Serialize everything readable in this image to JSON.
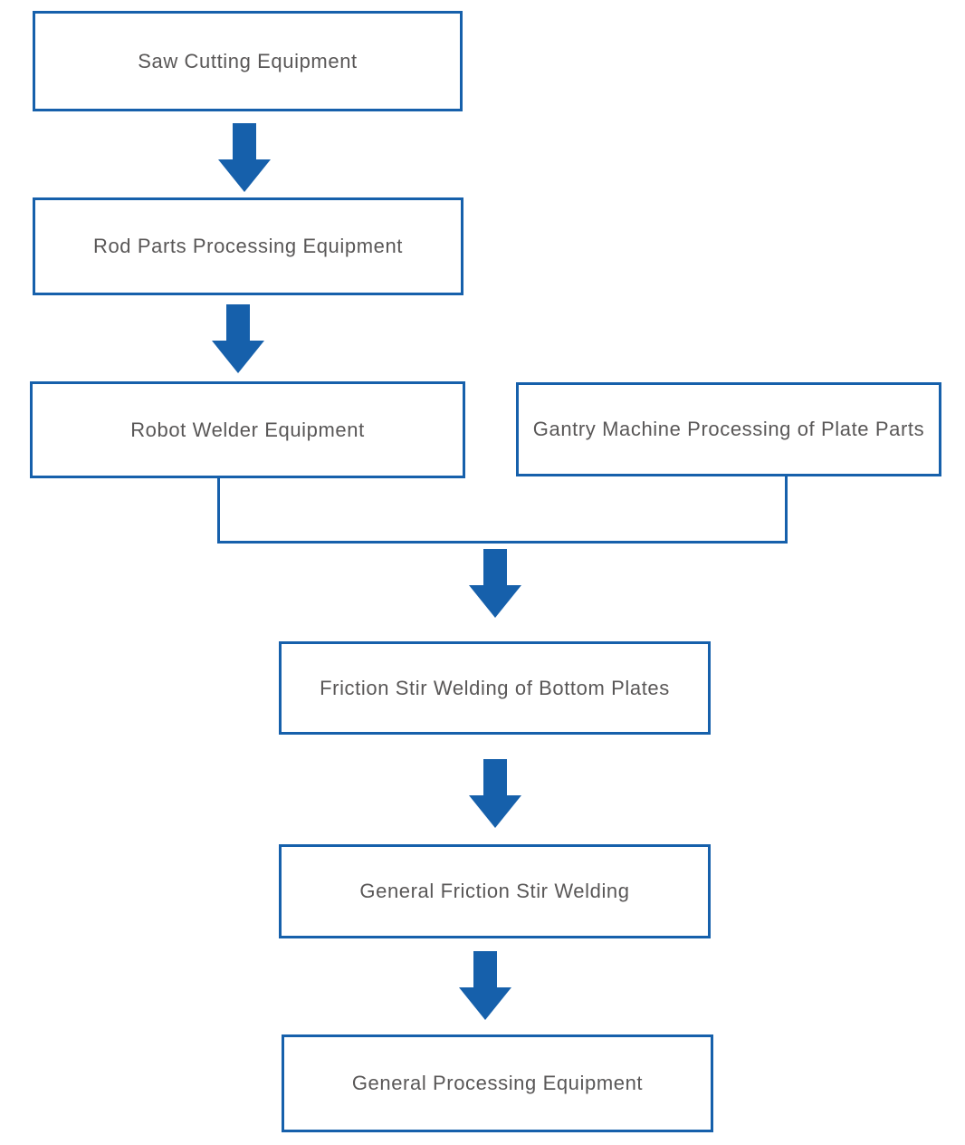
{
  "diagram": {
    "type": "flowchart",
    "colors": {
      "box_border": "#1660ab",
      "arrow_fill": "#1660ab",
      "connector": "#1660ab",
      "text": "#595757",
      "background": "#ffffff"
    },
    "nodes": [
      {
        "id": "saw-cutting",
        "label": "Saw Cutting Equipment"
      },
      {
        "id": "rod-parts",
        "label": "Rod Parts Processing Equipment"
      },
      {
        "id": "robot-welder",
        "label": "Robot Welder Equipment"
      },
      {
        "id": "gantry-machine",
        "label": "Gantry Machine Processing of Plate Parts"
      },
      {
        "id": "friction-stir-bottom",
        "label": "Friction Stir Welding of Bottom Plates"
      },
      {
        "id": "general-friction-stir",
        "label": "General Friction Stir Welding"
      },
      {
        "id": "general-processing",
        "label": "General Processing Equipment"
      }
    ],
    "edges": [
      {
        "from": "saw-cutting",
        "to": "rod-parts"
      },
      {
        "from": "rod-parts",
        "to": "robot-welder"
      },
      {
        "from": "robot-welder",
        "to": "friction-stir-bottom"
      },
      {
        "from": "gantry-machine",
        "to": "friction-stir-bottom"
      },
      {
        "from": "friction-stir-bottom",
        "to": "general-friction-stir"
      },
      {
        "from": "general-friction-stir",
        "to": "general-processing"
      }
    ]
  }
}
